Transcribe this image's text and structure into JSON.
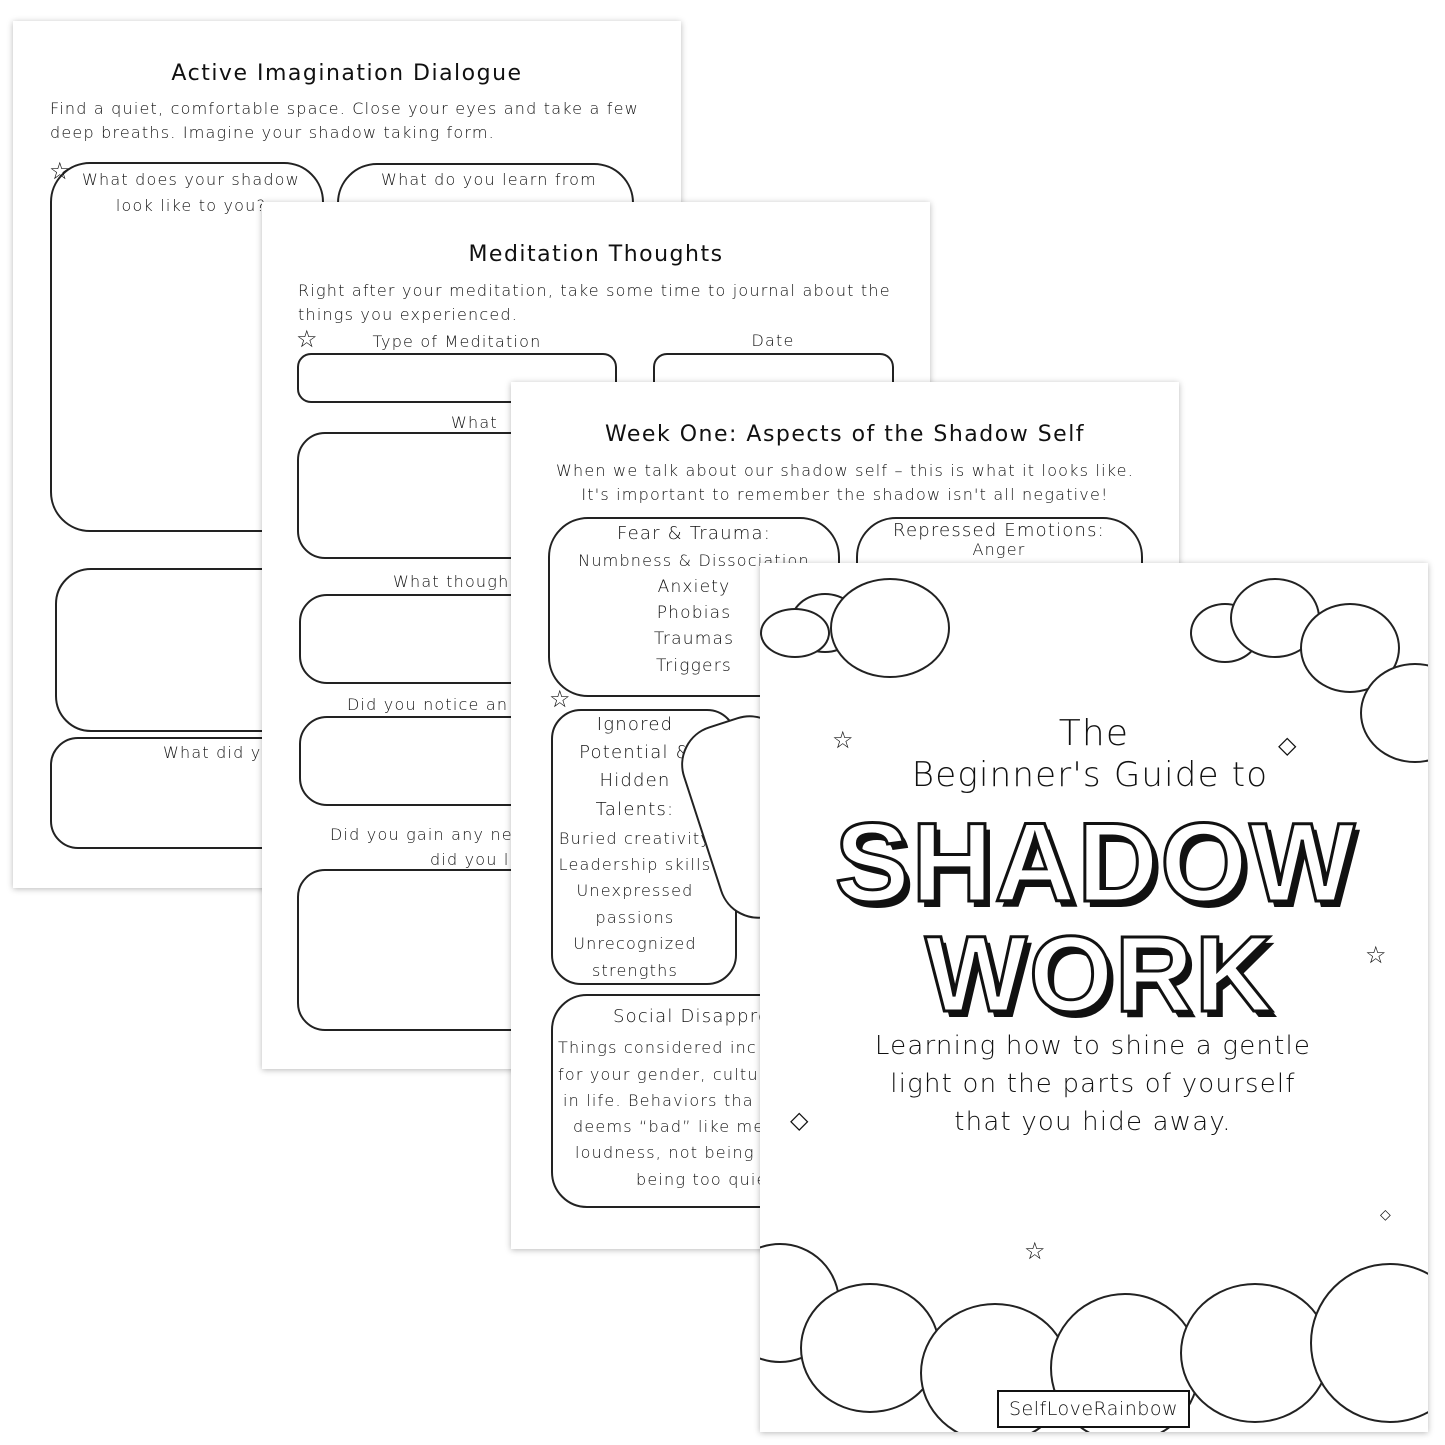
{
  "page1": {
    "title": "Active Imagination Dialogue",
    "intro": [
      "Find a quiet, comfortable space. Close your eyes and take a few",
      "deep breaths. Imagine your shadow taking form."
    ],
    "q1": [
      "What does your shadow",
      "look like to you?"
    ],
    "q2": [
      "What do you learn from"
    ],
    "q3": "What did y"
  },
  "page2": {
    "title": "Meditation Thoughts",
    "intro": [
      "Right after your meditation, take some time to journal about the",
      "things you experienced."
    ],
    "type_label": "Type of Meditation",
    "date_label": "Date",
    "q1": "What",
    "q2": "What though",
    "q3": "Did you notice an",
    "q4": [
      "Did you gain any ne",
      "did you l"
    ]
  },
  "page3": {
    "title": "Week One: Aspects of the Shadow Self",
    "intro": [
      "When we talk about our shadow self – this is what it looks like.",
      "It's important to remember the shadow isn't all negative!"
    ],
    "fear": [
      "Fear & Trauma:",
      "Numbness & Dissociation",
      "Anxiety",
      "Phobias",
      "Traumas",
      "Triggers"
    ],
    "repressed": [
      "Repressed Emotions:",
      "Anger"
    ],
    "ignored": [
      "Ignored",
      "Potential &",
      "Hidden",
      "Talents:",
      "Buried creativity",
      "Leadership skills",
      "Unexpressed",
      "passions",
      "Unrecognized",
      "strengths"
    ],
    "social": [
      "Social Disappro",
      "Things considered inc",
      "for your gender, cultu",
      "in life. Behaviors tha",
      "deems “bad” like me",
      "loudness, not being",
      "being too quie"
    ]
  },
  "cover": {
    "the": "The",
    "subtitle_top": "Beginner's Guide to",
    "shadow": "SHADOW",
    "work": "WORK",
    "tagline": [
      "Learning how to shine a gentle",
      "light on the parts of yourself",
      "that you hide away."
    ],
    "brand": "SelfLoveRainbow"
  }
}
